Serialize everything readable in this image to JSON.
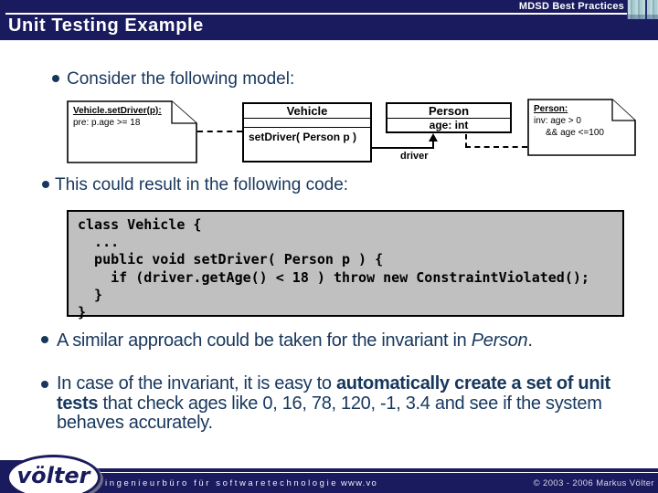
{
  "colors": {
    "header_navy": "#1a1a5e",
    "body_text_navy": "#17375d",
    "code_background": "#c0c0c0",
    "slide_background": "#ffffff"
  },
  "header": {
    "brand": "MDSD Best Practices",
    "title": "Unit Testing Example",
    "corner_icon": "photo-thumbnail-icon"
  },
  "bullets": {
    "b1": "Consider the following model:",
    "b2": "This could result in the following code:",
    "b3": [
      {
        "t": "A similar approach could be taken for the invariant in "
      },
      {
        "t": "Person",
        "i": true
      },
      {
        "t": "."
      }
    ],
    "b4": [
      {
        "t": "In case of the invariant, it is easy to "
      },
      {
        "t": "automatically create a set of unit tests",
        "b": true
      },
      {
        "t": " that check ages like 0, 16, 78, 120, -1, 3.4 and see if the system behaves accurately."
      }
    ]
  },
  "code": {
    "lines": [
      "class Vehicle {",
      "  ...",
      "  public void setDriver( Person p ) {",
      "    if (driver.getAge() < 18 ) throw new ConstraintViolated();",
      "  }",
      "}"
    ]
  },
  "diagram": {
    "note_vehicle": {
      "title": "Vehicle.setDriver(p):",
      "body": "pre: p.age >= 18"
    },
    "class_vehicle": {
      "name": "Vehicle",
      "operation": "setDriver( Person p )"
    },
    "class_person": {
      "name": "Person",
      "attribute": "age: int"
    },
    "association_label": "driver",
    "note_person": {
      "title": "Person:",
      "line1": "inv: age > 0",
      "line2": "&& age <=100"
    }
  },
  "footer": {
    "logo": "völter",
    "tagline": "ingenieurbüro für softwaretechnologie",
    "url": "www.vo",
    "copyright": "© 2003 - 2006 Markus Völter"
  }
}
